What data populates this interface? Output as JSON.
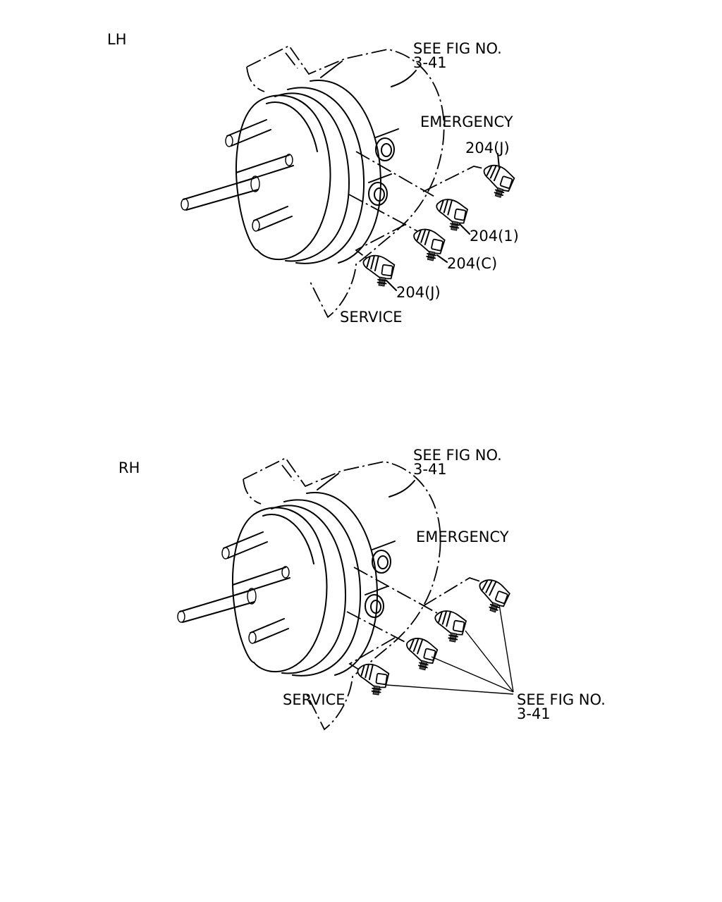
{
  "views": [
    {
      "id": "lh",
      "title": "LH",
      "see_fig": {
        "line1": "SEE FIG NO.",
        "line2": "3-41"
      },
      "emergency": "EMERGENCY",
      "service": "SERVICE",
      "callouts": [
        "204(J)",
        "204(1)",
        "204(C)",
        "204(J)"
      ]
    },
    {
      "id": "rh",
      "title": "RH",
      "see_fig": {
        "line1": "SEE FIG NO.",
        "line2": "3-41"
      },
      "emergency": "EMERGENCY",
      "service": "SERVICE",
      "see_fig_fittings": {
        "line1": "SEE FIG NO.",
        "line2": "3-41"
      }
    }
  ]
}
